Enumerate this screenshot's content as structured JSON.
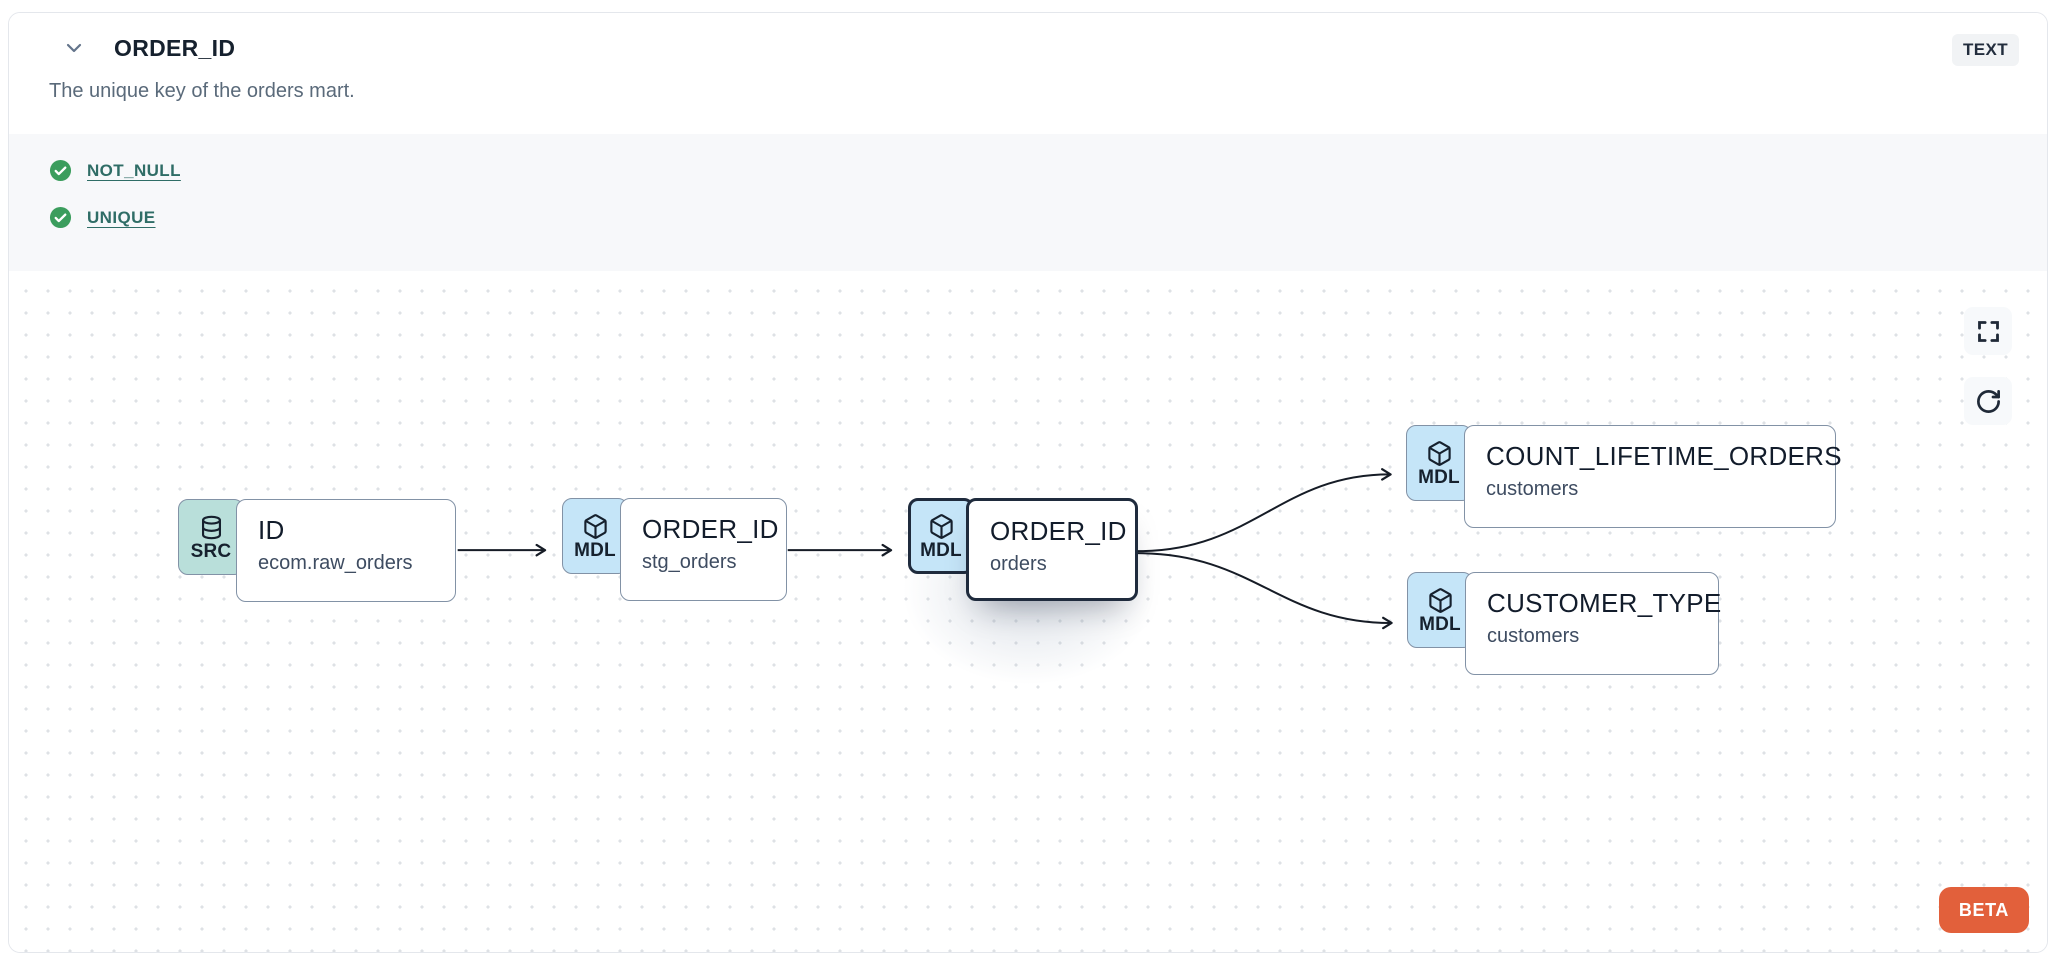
{
  "colors": {
    "accent-orange": "#E2603B",
    "success-green": "#3B9D5D",
    "link-teal": "#2F6D66",
    "src-badge-bg": "#B9DFDA",
    "mdl-badge-bg": "#C5E5F8",
    "node-border": "#8292A6",
    "selected-border": "#1F2B3D",
    "edge": "#161C26"
  },
  "header": {
    "title": "ORDER_ID",
    "type_badge": "TEXT",
    "description": "The unique key of the orders mart."
  },
  "tests": {
    "items": [
      {
        "label": "NOT_NULL",
        "status": "pass"
      },
      {
        "label": "UNIQUE",
        "status": "pass"
      }
    ]
  },
  "lineage": {
    "nodes": [
      {
        "badge": "SRC",
        "title": "ID",
        "subtitle": "ecom.raw_orders",
        "kind": "source"
      },
      {
        "badge": "MDL",
        "title": "ORDER_ID",
        "subtitle": "stg_orders",
        "kind": "model"
      },
      {
        "badge": "MDL",
        "title": "ORDER_ID",
        "subtitle": "orders",
        "kind": "model",
        "selected": true
      },
      {
        "badge": "MDL",
        "title": "COUNT_LIFETIME_ORDERS",
        "subtitle": "customers",
        "kind": "model"
      },
      {
        "badge": "MDL",
        "title": "CUSTOMER_TYPE",
        "subtitle": "customers",
        "kind": "model"
      }
    ],
    "controls": {
      "fullscreen": "fullscreen",
      "refresh": "refresh"
    },
    "beta_label": "BETA"
  }
}
